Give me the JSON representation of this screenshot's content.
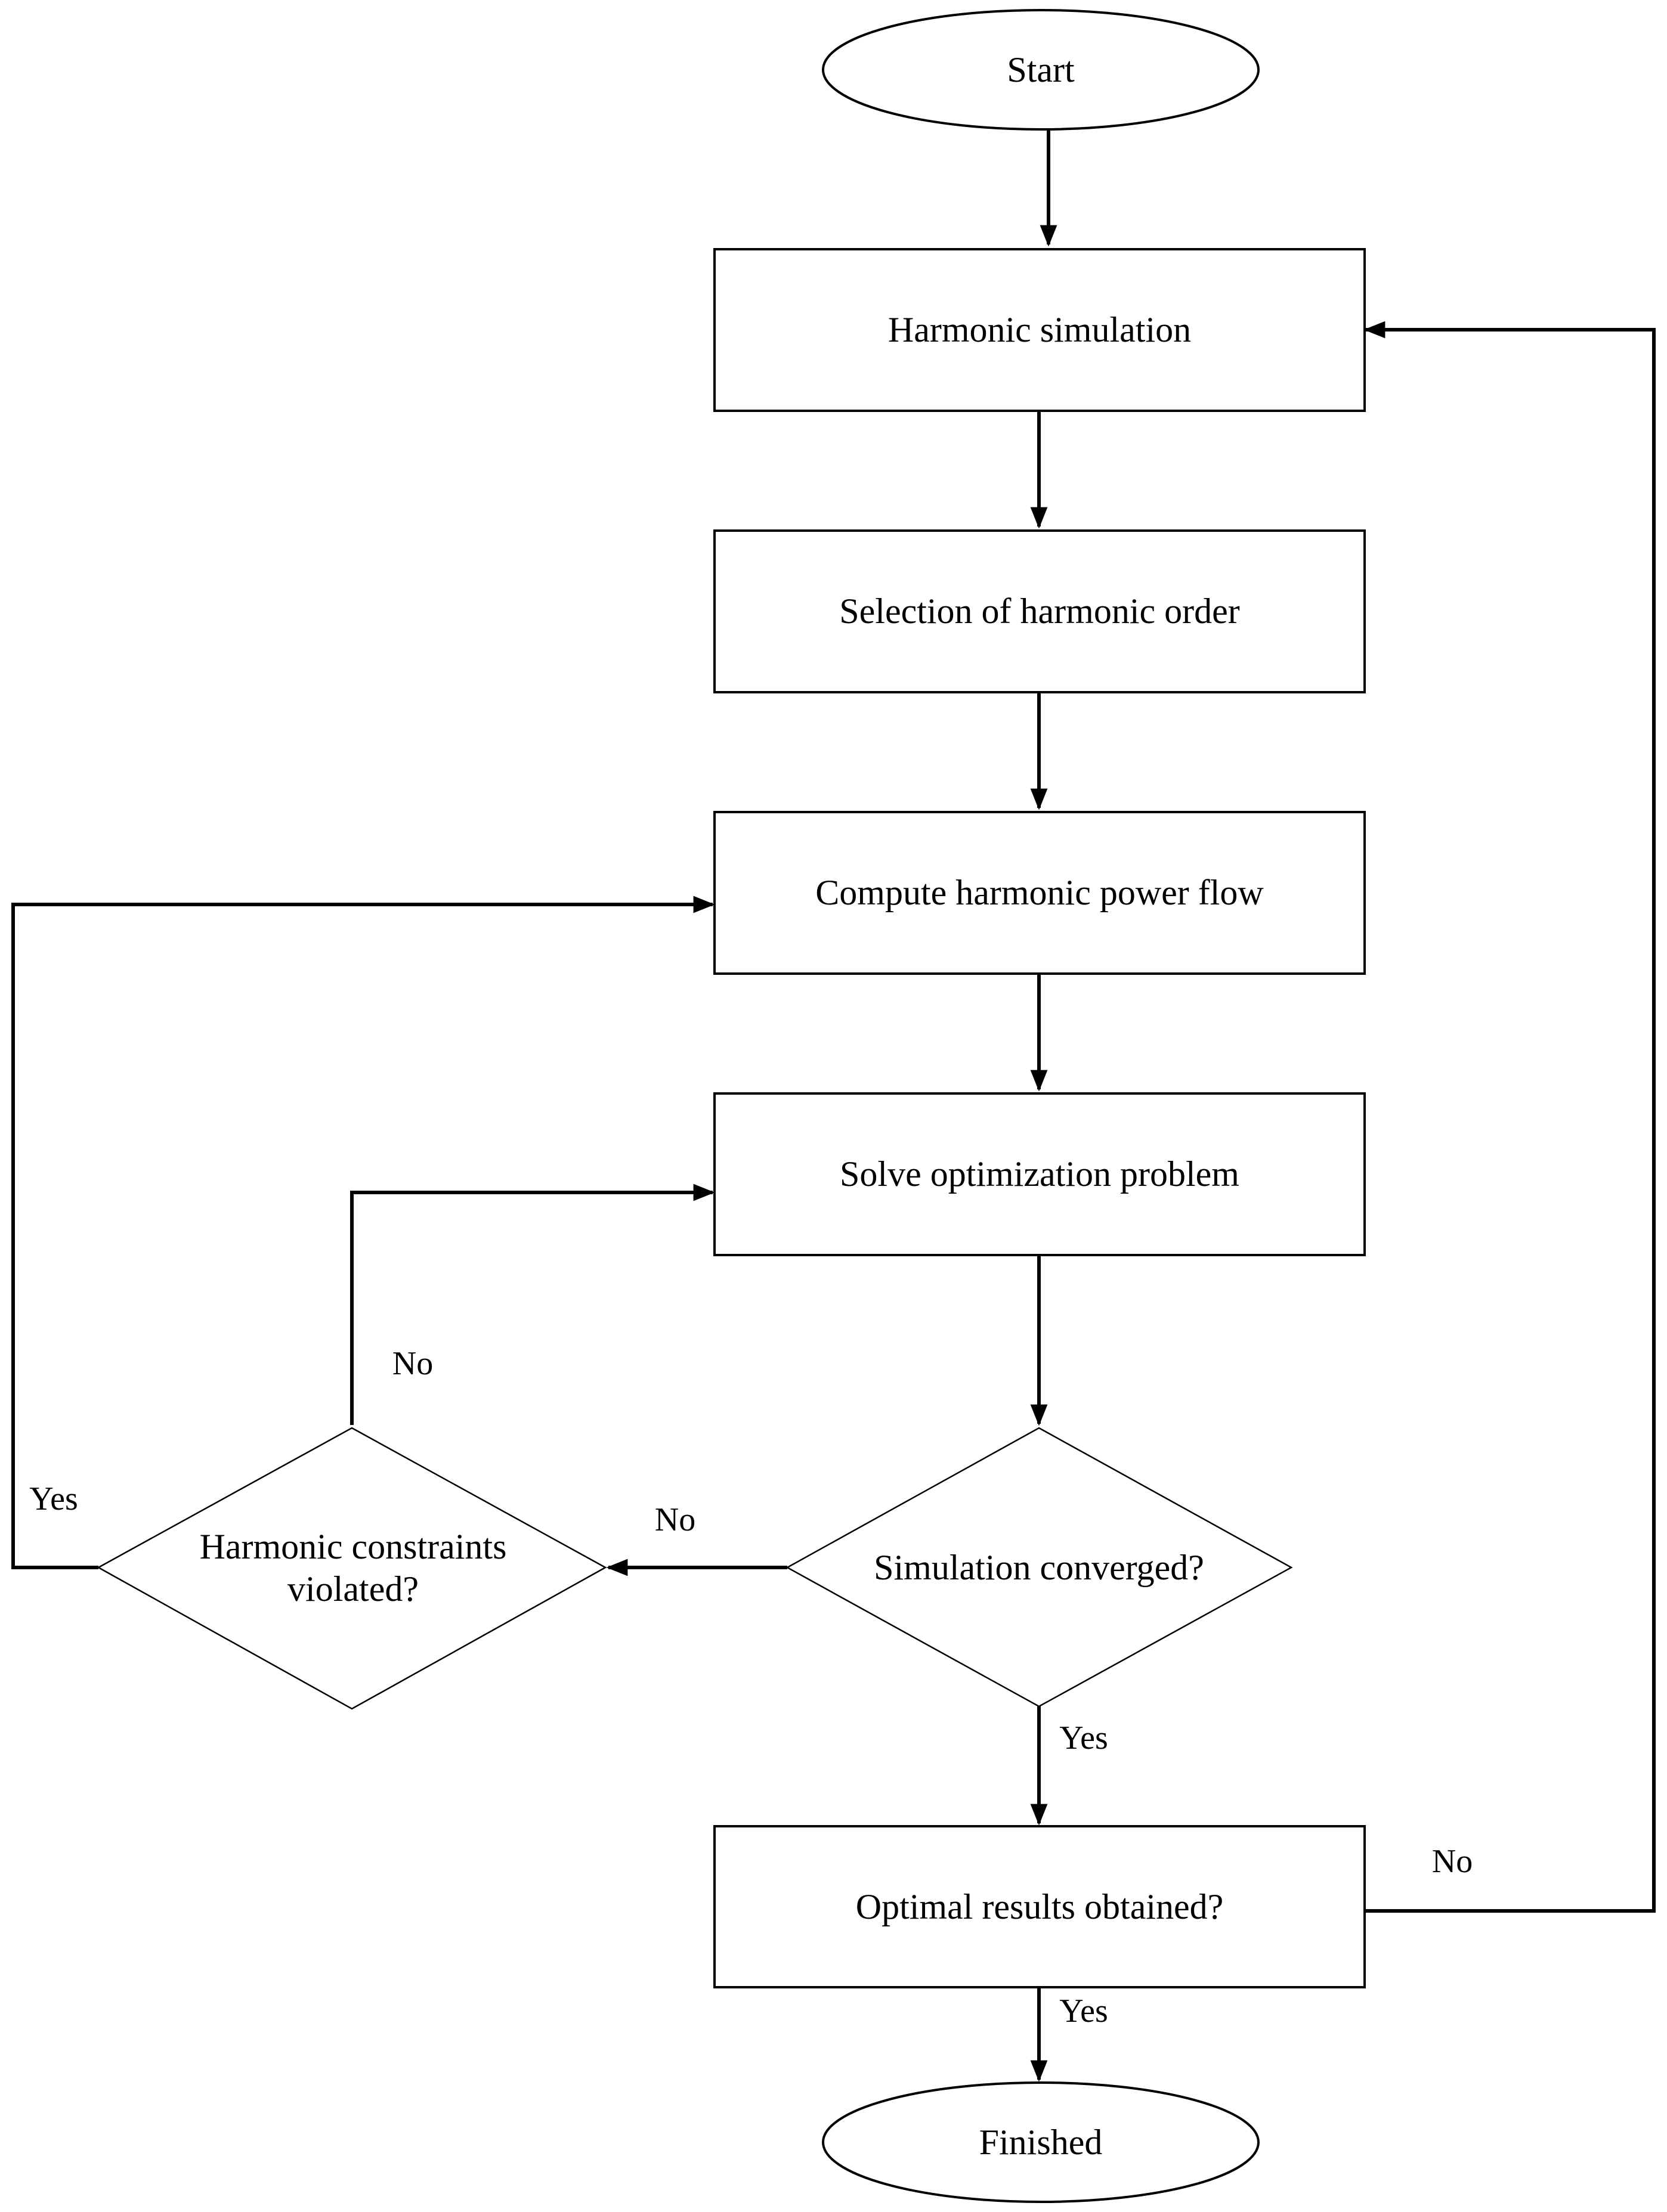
{
  "nodes": {
    "start": "Start",
    "harmonic_simulation": "Harmonic simulation",
    "selection_order": "Selection of harmonic order",
    "compute_flow": "Compute harmonic power flow",
    "solve_optimization": "Solve optimization problem",
    "simulation_converged": "Simulation converged?",
    "constraints_violated_line1": "Harmonic constraints",
    "constraints_violated_line2": "violated?",
    "optimal_results": "Optimal results obtained?",
    "finished": "Finished"
  },
  "edge_labels": {
    "converged_no": "No",
    "converged_yes": "Yes",
    "constraints_no": "No",
    "constraints_yes": "Yes",
    "optimal_no": "No",
    "optimal_yes": "Yes"
  }
}
